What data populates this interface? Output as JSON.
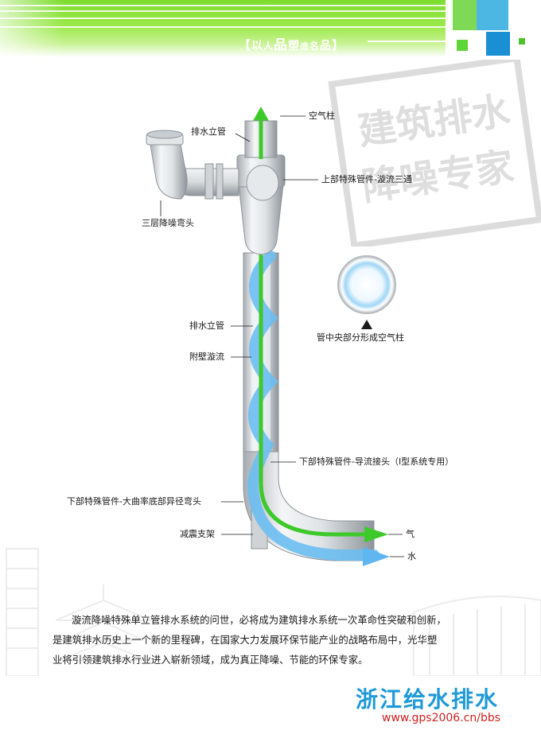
{
  "header": {
    "slogan_open": "【",
    "slogan_yi": "以",
    "slogan_ren": "人",
    "slogan_pin1": "品",
    "slogan_su": "塑",
    "slogan_zao": "造",
    "slogan_ming": "名",
    "slogan_pin2": "品",
    "slogan_close": "】"
  },
  "stamp": {
    "line1": "建筑排水",
    "line2": "降噪专家"
  },
  "diagram": {
    "air_column": "空气柱",
    "drain_riser_top": "排水立管",
    "upper_fitting": "上部特殊管件-漩流三通",
    "three_layer_elbow": "三层降噪弯头",
    "cross_section_caption": "管中央部分形成空气柱",
    "drain_riser_mid": "排水立管",
    "wall_swirl": "附壁漩流",
    "lower_fitting_guide": "下部特殊管件-导流接头（Ⅰ型系统专用）",
    "lower_fitting_elbow": "下部特殊管件-大曲率底部异径弯头",
    "shock_bracket": "减震支架",
    "gas_out": "气",
    "water_out": "水"
  },
  "body": {
    "line1": "漩流降噪特殊单立管排水系统的问世，必将成为建筑排水系统一次革命性突破和创新，",
    "line2": "是建筑排水历史上一个新的里程碑，在国家大力发展环保节能产业的战略布局中，光华塑",
    "line3": "业将引领建筑排水行业进入崭新领域，成为真正降噪、节能的环保专家。"
  },
  "footer": {
    "brand": "浙江给水排水",
    "url": "www.gps2006.cn/bbs"
  },
  "colors": {
    "header_green": "#7ddc2e",
    "accent_blue": "#1e9ad7",
    "air_green": "#3ec92a",
    "water_blue": "#5fb6f0",
    "url_red": "#cc2222"
  }
}
